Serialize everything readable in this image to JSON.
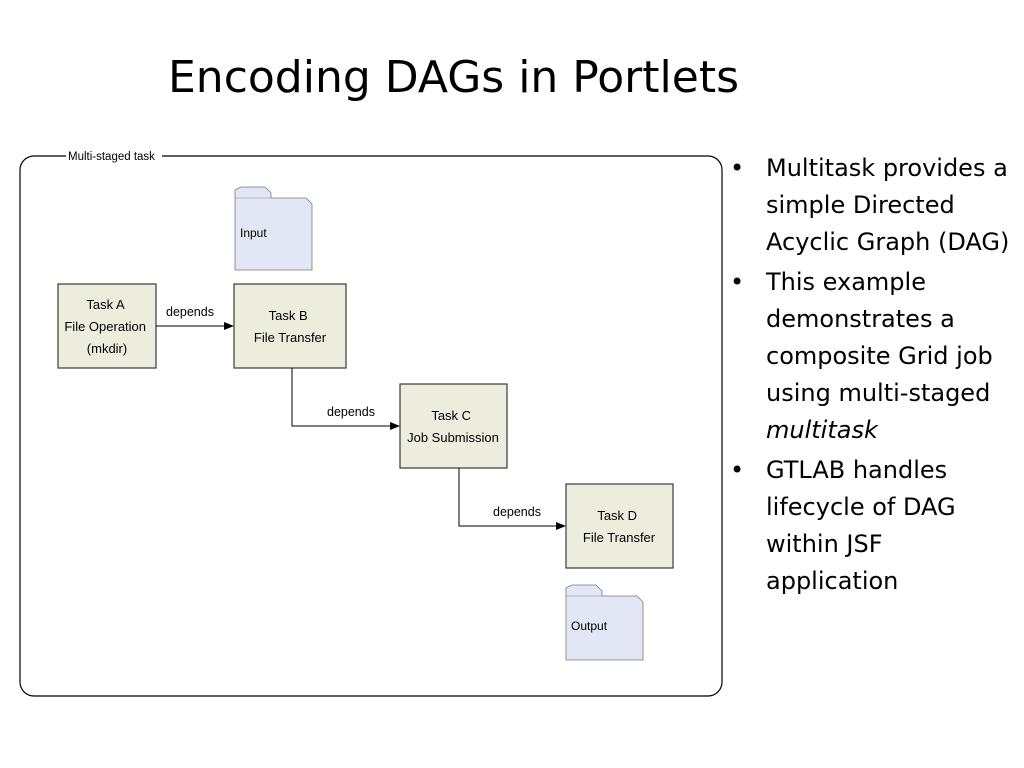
{
  "title": "Encoding DAGs in Portlets",
  "diagram": {
    "container_label": "Multi-staged task",
    "input_label": "Input",
    "output_label": "Output",
    "tasks": {
      "a": [
        "Task A",
        "File Operation",
        "(mkdir)"
      ],
      "b": [
        "Task B",
        "File Transfer"
      ],
      "c": [
        "Task C",
        "Job Submission"
      ],
      "d": [
        "Task D",
        "File Transfer"
      ]
    },
    "edge_label": "depends",
    "colors": {
      "task_fill": "#ededde",
      "folder_fill": "#e3e6f4",
      "stroke": "#3a3a3a"
    }
  },
  "bullets": [
    {
      "text": "Multitask provides a simple Directed Acyclic Graph (DAG)"
    },
    {
      "text": "This example demonstrates a composite Grid job  using multi-staged ",
      "em": "multitask"
    },
    {
      "text": "GTLAB handles lifecycle of DAG within JSF application"
    }
  ],
  "bullet_symbol": "•"
}
